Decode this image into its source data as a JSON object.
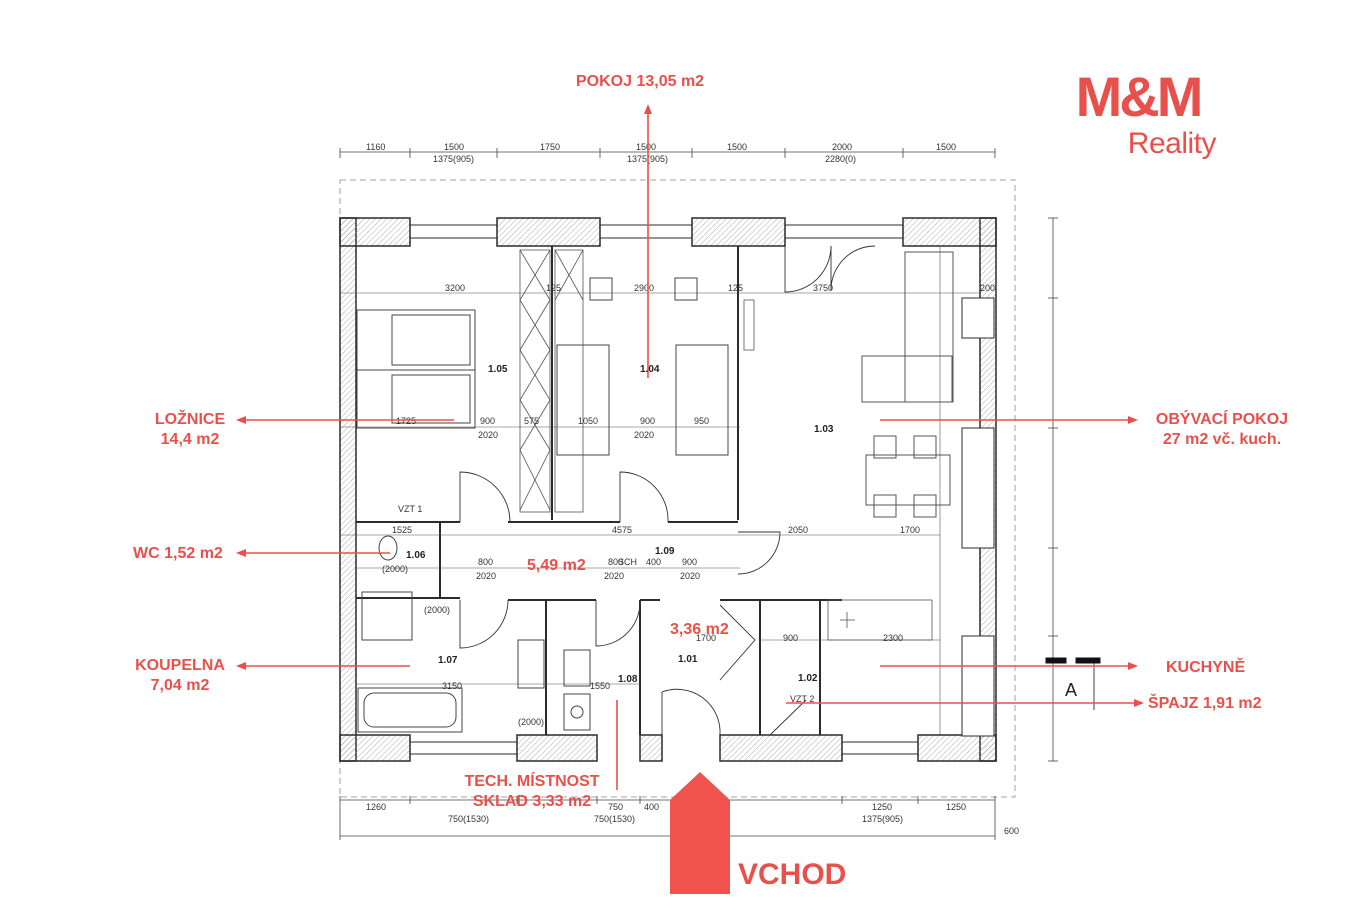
{
  "brand": {
    "name": "M&M",
    "sub": "Reality"
  },
  "labels": {
    "pokoj": "POKOJ 13,05 m2",
    "loznice_1": "LOŽNICE",
    "loznice_2": "14,4 m2",
    "obyvaci_1": "OBÝVACÍ POKOJ",
    "obyvaci_2": "27 m2  vč. kuch.",
    "wc": "WC 1,52 m2",
    "koupelna_1": "KOUPELNA",
    "koupelna_2": "7,04 m2",
    "kuchyne": "KUCHYNĚ",
    "spajz": "ŠPAJZ  1,91 m2",
    "chodba": "5,49 m2",
    "zadveri": "3,36 m2",
    "tech_1": "TECH. MÍSTNOST",
    "tech_2": "SKLAD 3,33 m2",
    "vchod": "VCHOD"
  },
  "room_numbers": [
    "1.05",
    "1.04",
    "1.03",
    "1.06",
    "1.09",
    "1.07",
    "1.08",
    "1.01",
    "1.02"
  ],
  "colors": {
    "accent": "#e8504c",
    "wall": "#2b2b2b",
    "line": "#444444"
  }
}
